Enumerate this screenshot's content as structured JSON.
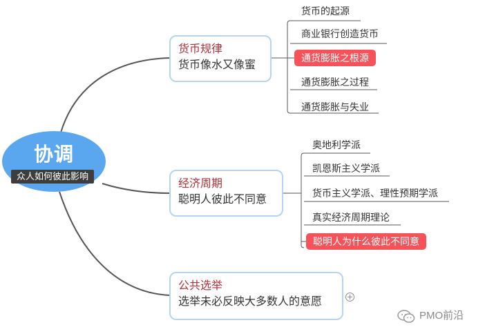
{
  "root": {
    "title": "协调",
    "subtitle": "众人如何彼此影响"
  },
  "branches": [
    {
      "title": "货币规律",
      "subtitle": "货币像水又像蜜",
      "items": [
        {
          "label": "货币的起源",
          "highlight": false
        },
        {
          "label": "商业银行创造货币",
          "highlight": false
        },
        {
          "label": "通货膨胀之根源",
          "highlight": true
        },
        {
          "label": "通货膨胀之过程",
          "highlight": false
        },
        {
          "label": "通货膨胀与失业",
          "highlight": false
        }
      ]
    },
    {
      "title": "经济周期",
      "subtitle": "聪明人彼此不同意",
      "items": [
        {
          "label": "奥地利学派",
          "highlight": false
        },
        {
          "label": "凯恩斯主义学派",
          "highlight": false
        },
        {
          "label": "货币主义学派、理性预期学派",
          "highlight": false
        },
        {
          "label": "真实经济周期理论",
          "highlight": false
        },
        {
          "label": "聪明人为什么彼此不同意",
          "highlight": true
        }
      ]
    },
    {
      "title": "公共选举",
      "subtitle": "选举未必反映大多数人的意愿",
      "items": [],
      "collapsed": true
    }
  ],
  "watermark": {
    "text": "PMO前沿",
    "icon": "wechat-icon"
  },
  "colors": {
    "root": "#5aa7ef",
    "branch_border": "#b5d4f4",
    "branch_title": "#b0303a",
    "highlight": "#f5525a",
    "connector": "#555555"
  }
}
